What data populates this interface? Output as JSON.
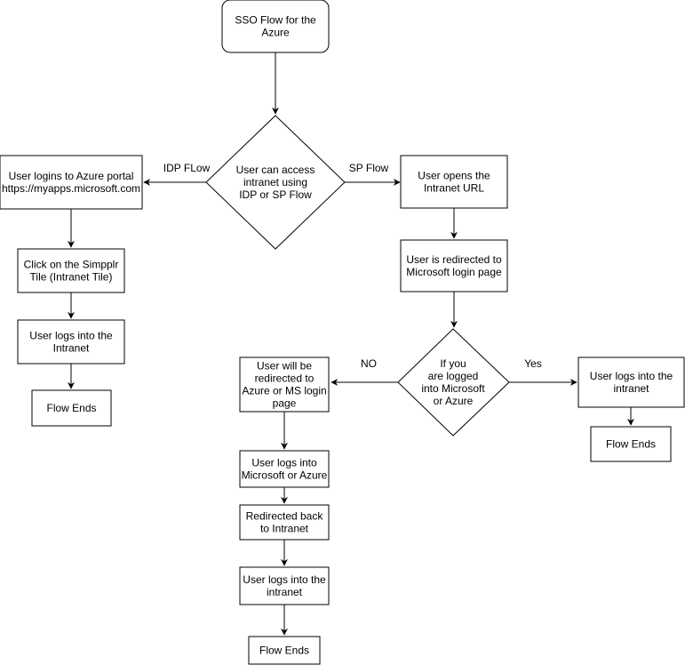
{
  "nodes": {
    "start": [
      "SSO Flow for the",
      "Azure"
    ],
    "decision_flow": [
      "User can access",
      "intranet using",
      "IDP or SP Flow"
    ],
    "idp_login_portal": [
      "User logins to Azure portal",
      "https://myapps.microsoft.com"
    ],
    "idp_click_tile": [
      "Click on the Simpplr",
      "Tile (Intranet Tile)"
    ],
    "idp_logs_intranet": [
      "User logs into the",
      "Intranet"
    ],
    "idp_end": [
      "Flow Ends"
    ],
    "sp_open_url": [
      "User opens the",
      "Intranet URL"
    ],
    "sp_redirected": [
      "User is redirected to",
      "Microsoft login page"
    ],
    "decision_logged_in": [
      "If you",
      "are logged",
      "into Microsoft",
      "or Azure"
    ],
    "no_redirect_login": [
      "User will be",
      "redirected to",
      "Azure or MS login",
      "page"
    ],
    "no_logs_ms": [
      "User logs into",
      "Microsoft or Azure"
    ],
    "no_redirect_back": [
      "Redirected back",
      "to Intranet"
    ],
    "no_logs_intranet": [
      "User logs into the",
      "intranet"
    ],
    "no_end": [
      "Flow Ends"
    ],
    "yes_logs_intranet": [
      "User logs into the",
      "intranet"
    ],
    "yes_end": [
      "Flow Ends"
    ]
  },
  "edge_labels": {
    "idp": "IDP FLow",
    "sp": "SP Flow",
    "no": "NO",
    "yes": "Yes"
  }
}
